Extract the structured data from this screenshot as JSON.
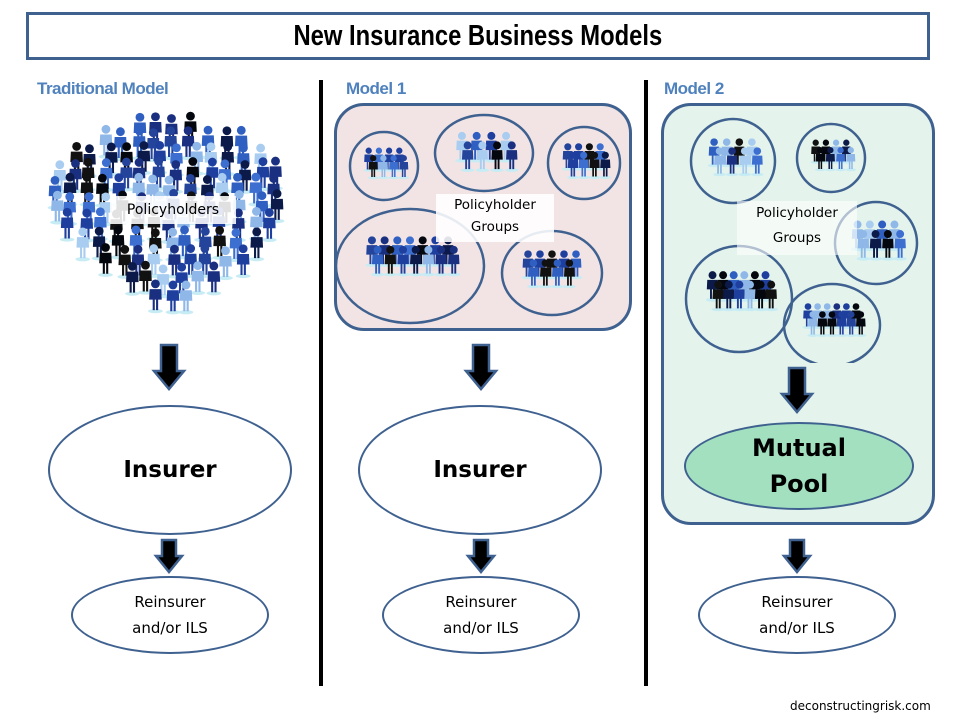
{
  "header": {
    "title": "New Insurance Business Models"
  },
  "colors": {
    "border_blue": "#3f6190",
    "label_blue": "#4f81bd",
    "model1_panel": "#f2e4e4",
    "model2_panel": "#e4f4ec",
    "mutual_pool_fill": "#a3e0c0",
    "arrow_fill": "#000000",
    "divider": "#000000"
  },
  "columns": [
    {
      "label": "Traditional Model",
      "crowd_caption": "Policyholders",
      "entity": "Insurer",
      "reinsurer": [
        "Reinsurer",
        "and/or ILS"
      ]
    },
    {
      "label": "Model 1",
      "crowd_caption": [
        "Policyholder",
        "Groups"
      ],
      "entity": "Insurer",
      "reinsurer": [
        "Reinsurer",
        "and/or ILS"
      ]
    },
    {
      "label": "Model 2",
      "crowd_caption": [
        "Policyholder",
        "Groups"
      ],
      "entity": [
        "Mutual",
        "Pool"
      ],
      "reinsurer": [
        "Reinsurer",
        "and/or ILS"
      ]
    }
  ],
  "icons": {
    "crowd": "people-crowd-icon",
    "group": "people-group-icon",
    "arrow": "down-arrow-icon"
  },
  "footer": {
    "credit": "deconstructingrisk.com"
  }
}
